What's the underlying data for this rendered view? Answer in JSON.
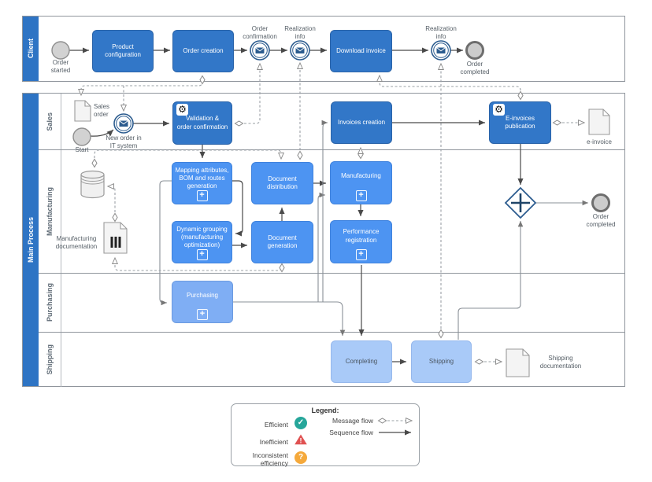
{
  "pools": {
    "client": "Client",
    "main": "Main Process"
  },
  "lanes": {
    "sales": "Sales",
    "manufacturing": "Manufacturing",
    "purchasing": "Purchasing",
    "shipping": "Shipping"
  },
  "tasks": {
    "product_configuration": "Product\nconfiguration",
    "order_creation": "Order creation",
    "download_invoice": "Download invoice",
    "validation": "Validation &\norder confirmation",
    "invoices_creation": "Invoices creation",
    "e_invoices_publication": "E-invoices\npublication",
    "mapping": "Mapping attributes,\nBOM and routes\ngeneration",
    "dynamic_grouping": "Dynamic grouping\n(manufacturing\noptimization)",
    "document_distribution": "Document\ndistribution",
    "document_generation": "Document\ngeneration",
    "manufacturing": "Manufacturing",
    "performance_registration": "Performance\nregistration",
    "purchasing": "Purchasing",
    "completing": "Completing",
    "shipping": "Shipping"
  },
  "events": {
    "order_started": "Order\nstarted",
    "order_confirmation": "Order\nconfirmation",
    "realization_info": "Realization\ninfo",
    "order_completed": "Order\ncompleted",
    "start": "Start",
    "new_order": "New order in\nIT system"
  },
  "docs": {
    "sales_order": "Sales\norder",
    "e_invoice": "e-invoice",
    "manufacturing_documentation": "Manufacturing\ndocumentation",
    "shipping_documentation": "Shipping\ndocumentation"
  },
  "legend": {
    "title": "Legend:",
    "efficient": "Efficient",
    "inefficient": "Inefficient",
    "inconsistent": "Inconsistent\nefficiency",
    "message_flow": "Message flow",
    "sequence_flow": "Sequence flow"
  },
  "icons": {
    "gear": "⚙",
    "plus": "+",
    "check": "✓",
    "exclaim": "!",
    "question": "?"
  },
  "colors": {
    "task_dark": "#3277C8",
    "task_medium": "#4D94F2",
    "task_purchasing": "#7FAEF4",
    "task_light": "#A9CAF8",
    "pool_header": "#2E74C4",
    "event_border": "#2C5C8F",
    "legend_efficient": "#26A69A",
    "legend_inefficient": "#E05252",
    "legend_inconsistent": "#F5A93B",
    "flow_line": "#4a4a4a",
    "message_line": "#9AA0A6"
  }
}
